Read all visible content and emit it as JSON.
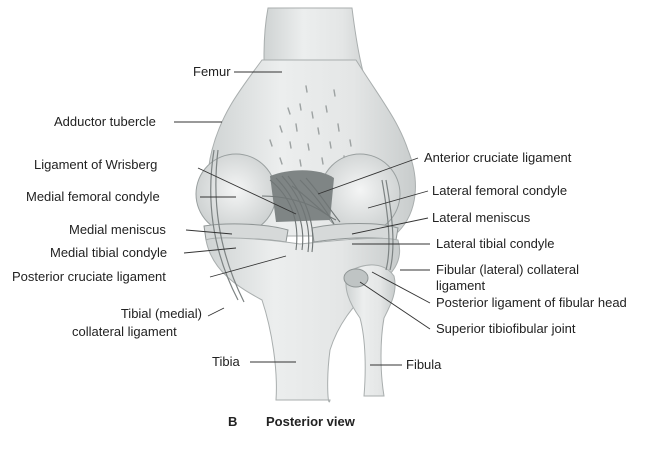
{
  "figure": {
    "caption_letter": "B",
    "caption_text": "Posterior view",
    "labels": {
      "femur": "Femur",
      "adductor_tubercle": "Adductor tubercle",
      "ligament_of_wrisberg": "Ligament of Wrisberg",
      "medial_femoral_condyle": "Medial femoral condyle",
      "medial_meniscus": "Medial meniscus",
      "medial_tibial_condyle": "Medial tibial condyle",
      "posterior_cruciate_ligament": "Posterior cruciate ligament",
      "tibial_collateral_1": "Tibial (medial)",
      "tibial_collateral_2": "collateral ligament",
      "tibia": "Tibia",
      "anterior_cruciate_ligament": "Anterior cruciate ligament",
      "lateral_femoral_condyle": "Lateral femoral condyle",
      "lateral_meniscus": "Lateral meniscus",
      "lateral_tibial_condyle": "Lateral tibial condyle",
      "fibular_collateral_1": "Fibular (lateral) collateral",
      "fibular_collateral_2": "ligament",
      "posterior_ligament_fibular_head": "Posterior ligament of fibular head",
      "superior_tibiofibular_joint": "Superior tibiofibular joint",
      "fibula": "Fibula"
    }
  }
}
